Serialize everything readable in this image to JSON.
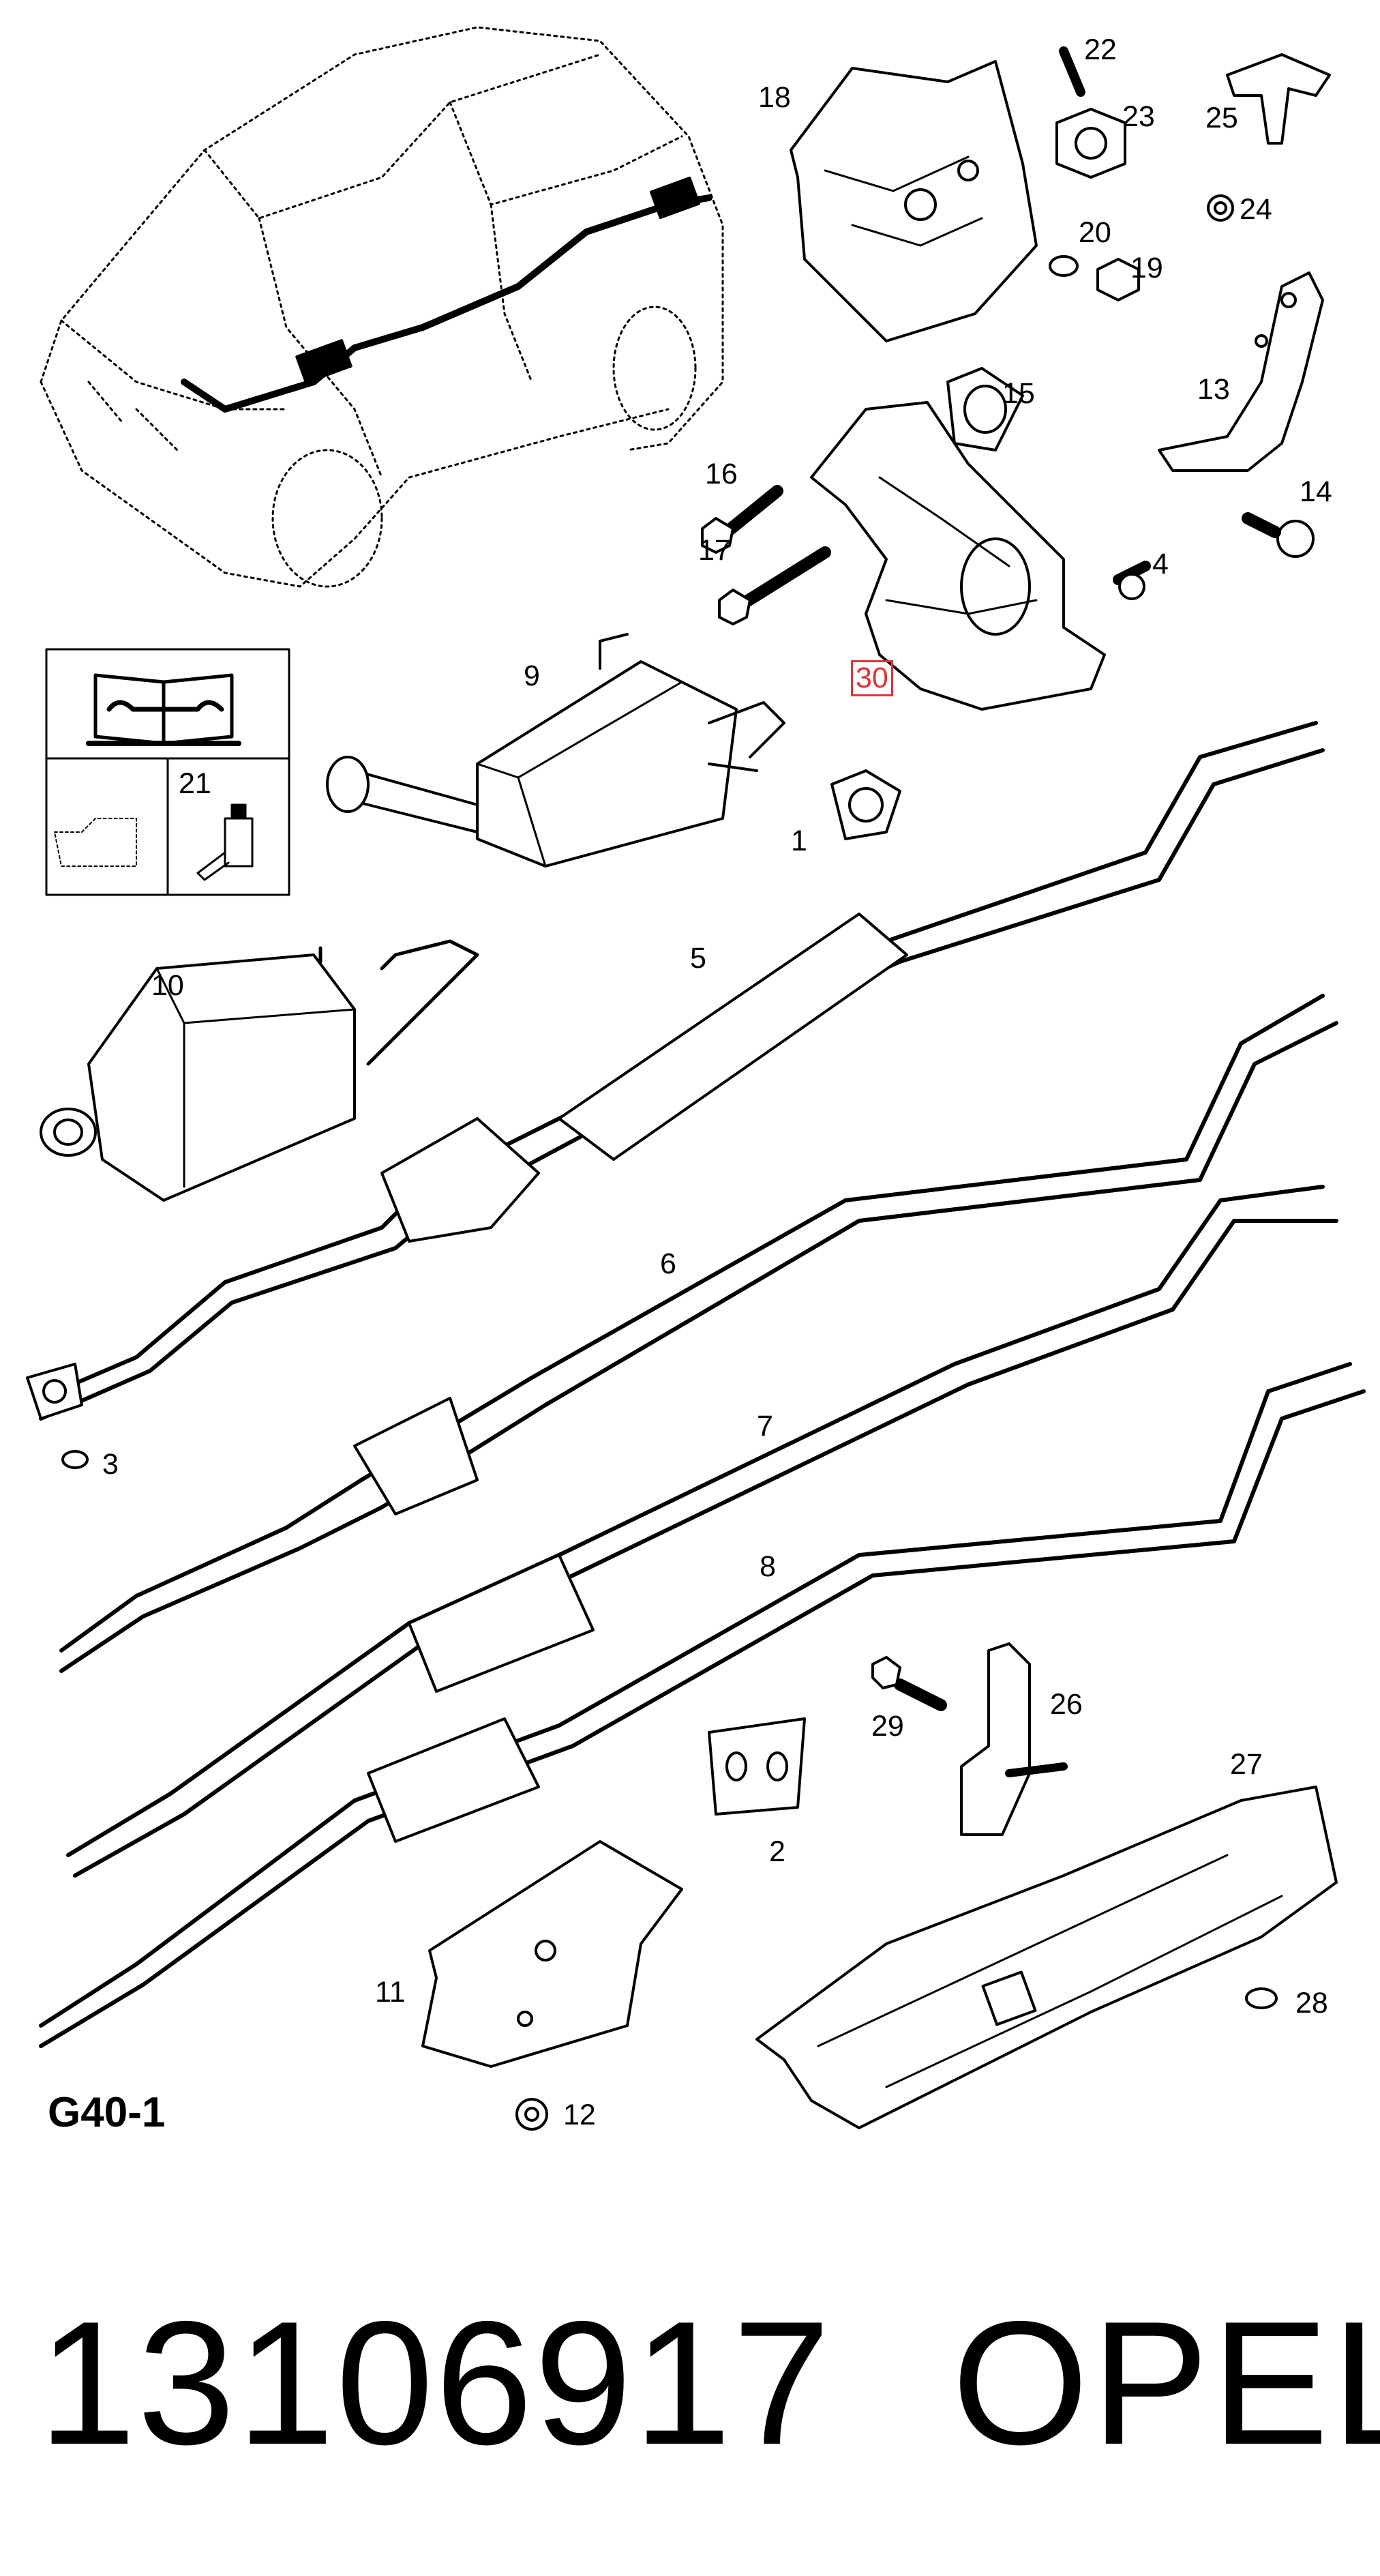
{
  "diagram": {
    "sheet_code": "G40-1",
    "highlight_callout": "30",
    "callouts": [
      "1",
      "2",
      "3",
      "4",
      "5",
      "6",
      "7",
      "8",
      "9",
      "10",
      "11",
      "12",
      "13",
      "14",
      "15",
      "16",
      "17",
      "18",
      "19",
      "20",
      "21",
      "22",
      "23",
      "24",
      "25",
      "26",
      "27",
      "28",
      "29"
    ]
  },
  "footer": {
    "part_number": "13106917",
    "brand": "OPEL"
  },
  "colors": {
    "line": "#000000",
    "highlight": "#e0323a",
    "fill": "#ffffff"
  },
  "icons": [
    "car-outline-icon",
    "manual-book-wrench-icon",
    "container-icon",
    "dispenser-bottle-icon"
  ]
}
